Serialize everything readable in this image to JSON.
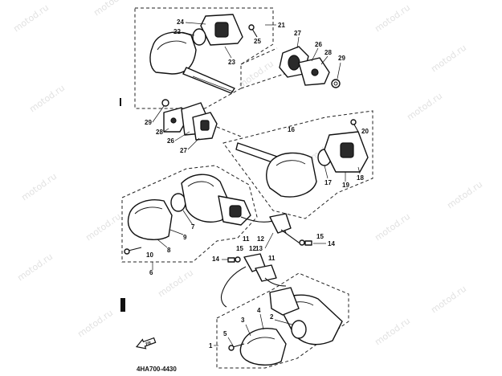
{
  "watermark": "motod.ru",
  "drawing_code": "4HA700-4430",
  "front_mark": "FR",
  "callouts": {
    "c1": "1",
    "c2": "2",
    "c3": "3",
    "c4": "4",
    "c5": "5",
    "c6": "6",
    "c7": "7",
    "c8": "8",
    "c9": "9",
    "c10": "10",
    "c11a": "11",
    "c11b": "11",
    "c12": "12",
    "c13": "13",
    "c14a": "14",
    "c14b": "14",
    "c15a": "15",
    "c15b": "15",
    "c16": "16",
    "c17": "17",
    "c18": "18",
    "c19": "19",
    "c20": "20",
    "c21": "21",
    "c22": "22",
    "c23": "23",
    "c24": "24",
    "c25": "25",
    "c26a": "26",
    "c26b": "26",
    "c27a": "27",
    "c27b": "27",
    "c28a": "28",
    "c28b": "28",
    "c29a": "29",
    "c29b": "29"
  }
}
